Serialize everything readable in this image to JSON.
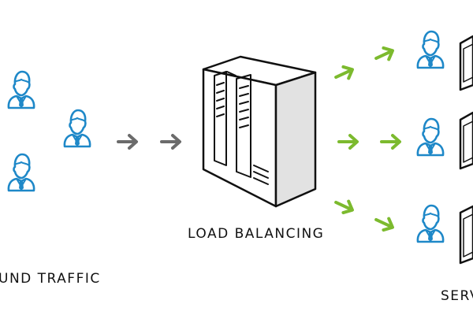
{
  "labels": {
    "inbound_traffic": "UND TRAFFIC",
    "load_balancing": "LOAD BALANCING",
    "servers": "SERV"
  },
  "colors": {
    "user": "#1e88c8",
    "ink": "#111111",
    "incoming_arrow": "#6b6b6b",
    "outgoing_arrow": "#7cba2e"
  },
  "icons": {
    "user": "user-icon",
    "load_balancer": "load-balancer-server-icon",
    "server": "server-icon",
    "arrow": "arrow-icon"
  }
}
